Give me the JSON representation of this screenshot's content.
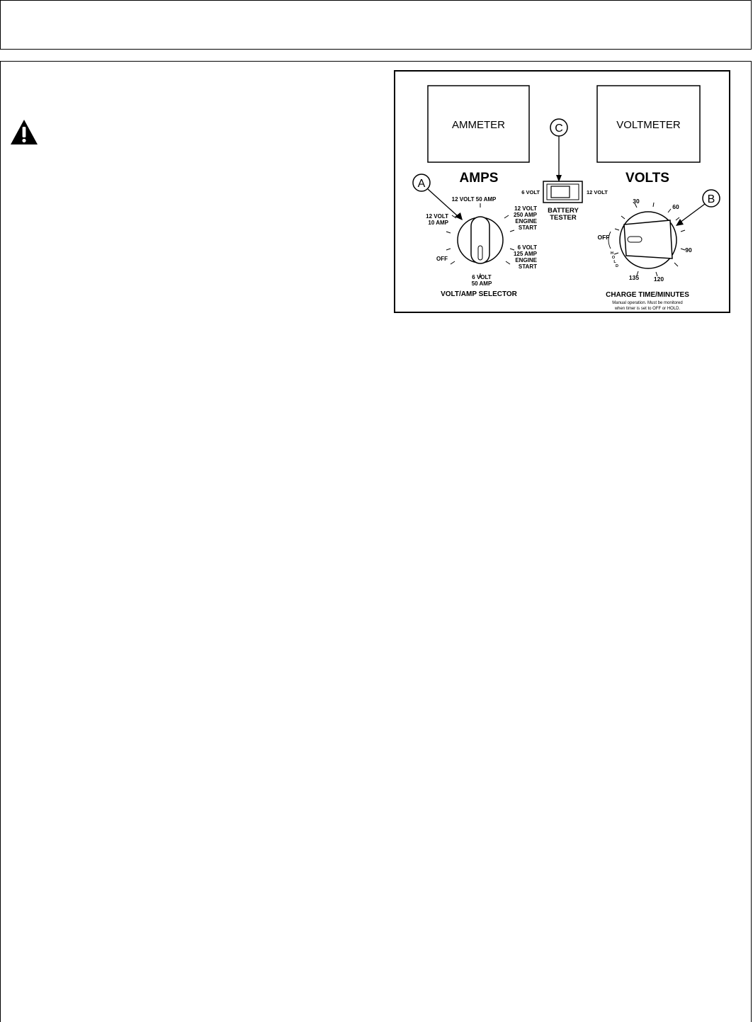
{
  "warning_icon": "warning-triangle-icon",
  "panel": {
    "ammeter_label": "AMMETER",
    "voltmeter_label": "VOLTMETER",
    "amps_label": "AMPS",
    "volts_label": "VOLTS",
    "callouts": {
      "a": "A",
      "b": "B",
      "c": "C"
    },
    "tester": {
      "left_label": "6 VOLT",
      "right_label": "12 VOLT",
      "name_line1": "BATTERY",
      "name_line2": "TESTER"
    },
    "selector": {
      "title": "VOLT/AMP SELECTOR",
      "top": "12 VOLT 50 AMP",
      "upper_left_1": "12 VOLT",
      "upper_left_2": "10 AMP",
      "off": "OFF",
      "bottom_1": "6 VOLT",
      "bottom_2": "50 AMP",
      "upper_right_1": "12 VOLT",
      "upper_right_2": "250 AMP",
      "upper_right_3": "ENGINE",
      "upper_right_4": "START",
      "lower_right_1": "6 VOLT",
      "lower_right_2": "125 AMP",
      "lower_right_3": "ENGINE",
      "lower_right_4": "START"
    },
    "timer": {
      "title": "CHARGE TIME/MINUTES",
      "t30": "30",
      "t60": "60",
      "t90": "90",
      "t120": "120",
      "t135": "135",
      "off": "OFF",
      "hold_h": "H",
      "hold_o": "O",
      "hold_l": "L",
      "hold_d": "D",
      "note_1": "Manual operation.  Must be monitored",
      "note_2": "when timer is set to OFF or HOLD."
    }
  }
}
